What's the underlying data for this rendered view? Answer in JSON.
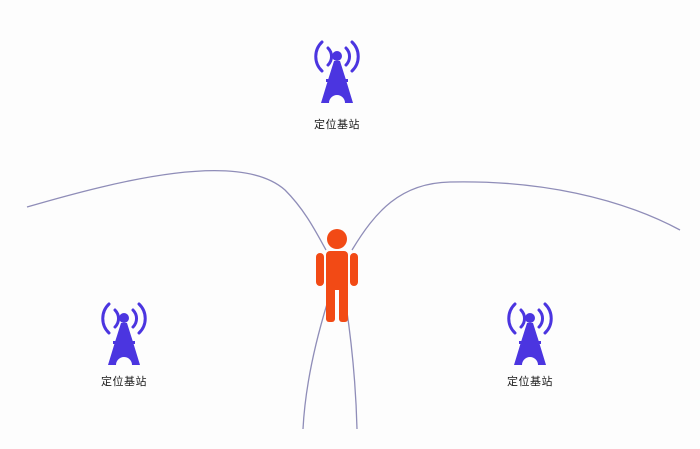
{
  "stations": [
    {
      "label": "定位基站"
    },
    {
      "label": "定位基站"
    },
    {
      "label": "定位基站"
    }
  ],
  "colors": {
    "tower": "#4b35e0",
    "person": "#f24a15",
    "curve": "#8f8db8",
    "background": "#fdfdfd"
  },
  "icons": {
    "station": "radio-tower-icon",
    "person": "person-icon"
  }
}
